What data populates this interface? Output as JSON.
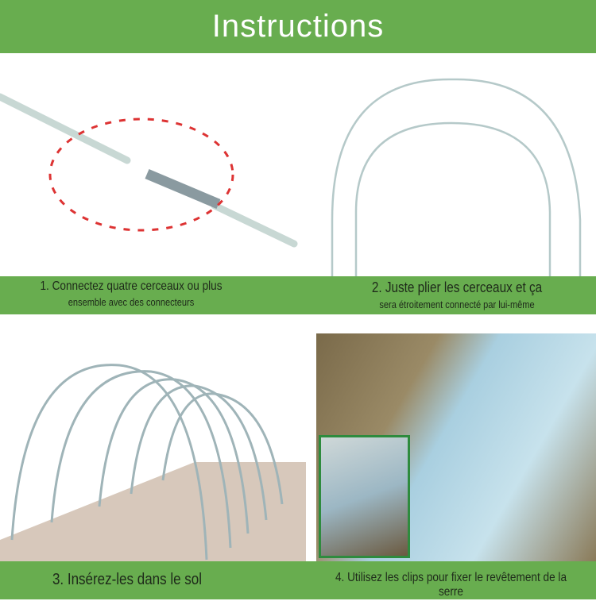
{
  "header": {
    "title": "Instructions"
  },
  "steps": [
    {
      "line1": "1. Connectez quatre cerceaux ou plus",
      "line2": "ensemble avec des connecteurs"
    },
    {
      "line1": "2. Juste plier les cerceaux et ça",
      "line2": "sera étroitement connecté par lui-même"
    },
    {
      "line1": "3. Insérez-les dans le sol"
    },
    {
      "line1": "4. Utilisez les clips pour fixer le revêtement de la serre"
    }
  ],
  "colors": {
    "green": "#68ad4f",
    "ground": "#d7c8bb"
  }
}
